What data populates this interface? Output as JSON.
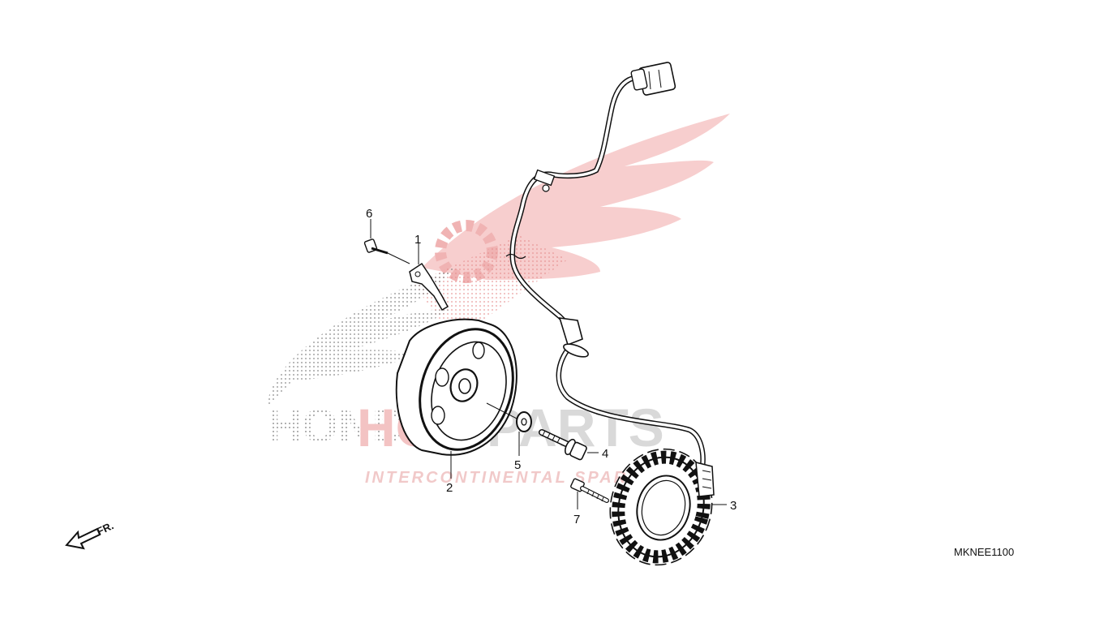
{
  "watermark": {
    "brand": "HONDA",
    "store_prefix": "HO",
    "store_name": "PARTS",
    "tagline": "INTERCONTINENTAL SPARE PARTS"
  },
  "direction_label": "FR.",
  "diagram_code": "MKNEE1100",
  "callouts": {
    "p1": "1",
    "p2": "2",
    "p3": "3",
    "p4": "4",
    "p5": "5",
    "p6": "6",
    "p7": "7"
  },
  "colors": {
    "watermark_red": "#f2a0a0",
    "watermark_gray": "#cfcfcf",
    "line": "#111111"
  }
}
